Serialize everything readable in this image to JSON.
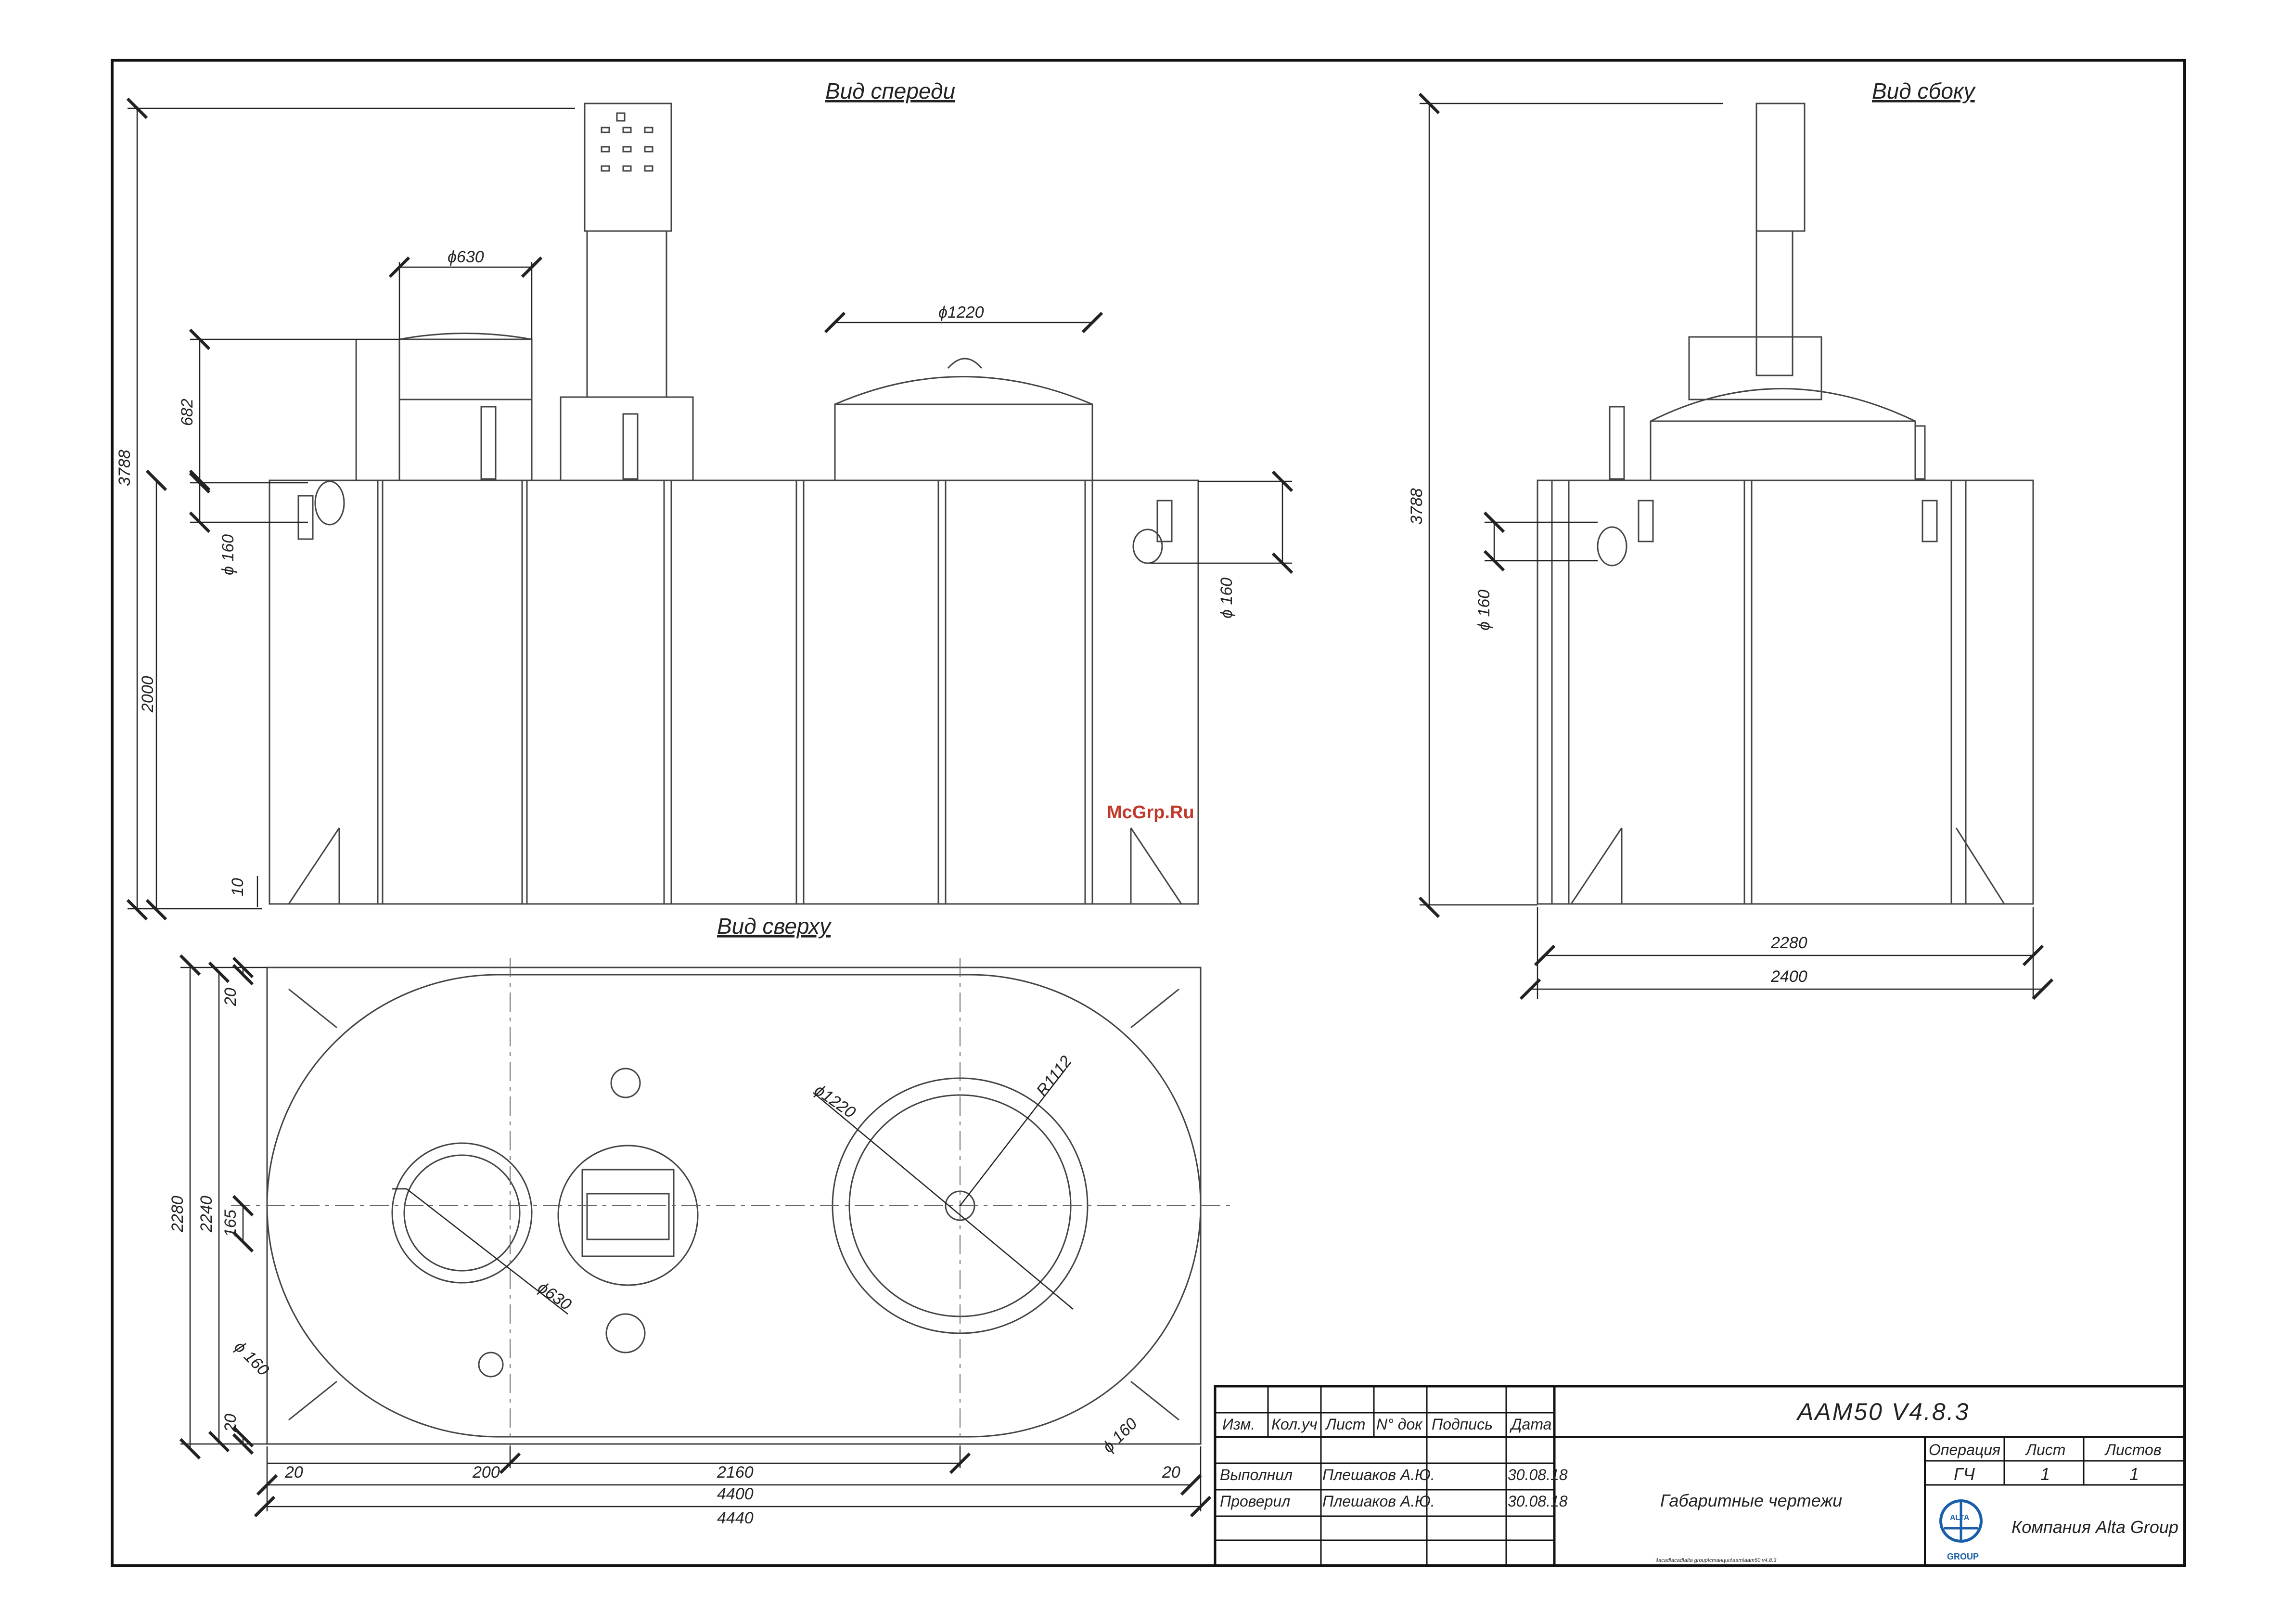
{
  "views": {
    "front": "Вид спереди",
    "side": "Вид сбоку",
    "top": "Вид сверху"
  },
  "watermark": "McGrp.Ru",
  "dimensions": {
    "front": {
      "total_height": "3788",
      "tank_height": "2000",
      "small_tank_height": "682",
      "base": "10",
      "small_dia": "ϕ630",
      "large_dia": "ϕ1220",
      "pipe_left": "ϕ 160",
      "pipe_right": "ϕ 160"
    },
    "side": {
      "total_height": "3788",
      "pipe": "ϕ 160",
      "inner_width": "2280",
      "outer_width": "2400"
    },
    "top": {
      "outer_height": "2280",
      "inner_height": "2240",
      "offset": "165",
      "top_margin": "20",
      "bottom_margin": "20",
      "large_dia": "ϕ1220",
      "radius": "R1112",
      "small_dia": "ϕ630",
      "pipe_left": "ϕ 160",
      "pipe_right": "ϕ 160",
      "left_margin": "20",
      "left_offset": "200",
      "center_span": "2160",
      "right_margin": "20",
      "inner_length": "4400",
      "outer_length": "4440"
    }
  },
  "title_block": {
    "headers": [
      "Изм.",
      "Кол.уч",
      "Лист",
      "N° док",
      "Подпись",
      "Дата"
    ],
    "rows": [
      {
        "role": "Выполнил",
        "name": "Плешаков А.Ю.",
        "date": "30.08.18"
      },
      {
        "role": "Проверил",
        "name": "Плешаков А.Ю.",
        "date": "30.08.18"
      }
    ],
    "model": "AAM50 V4.8.3",
    "doc_name": "Габаритные чертежи",
    "operation_label": "Операция",
    "sheet_label": "Лист",
    "sheets_label": "Листов",
    "operation_value": "ГЧ",
    "sheet_value": "1",
    "sheets_value": "1",
    "company": "Компания Alta Group",
    "logo_top": "ALTA",
    "logo_bottom": "GROUP",
    "file_path": "\\\\acad\\acad\\alta group\\станции\\aam\\aam50 v4.8.3"
  }
}
